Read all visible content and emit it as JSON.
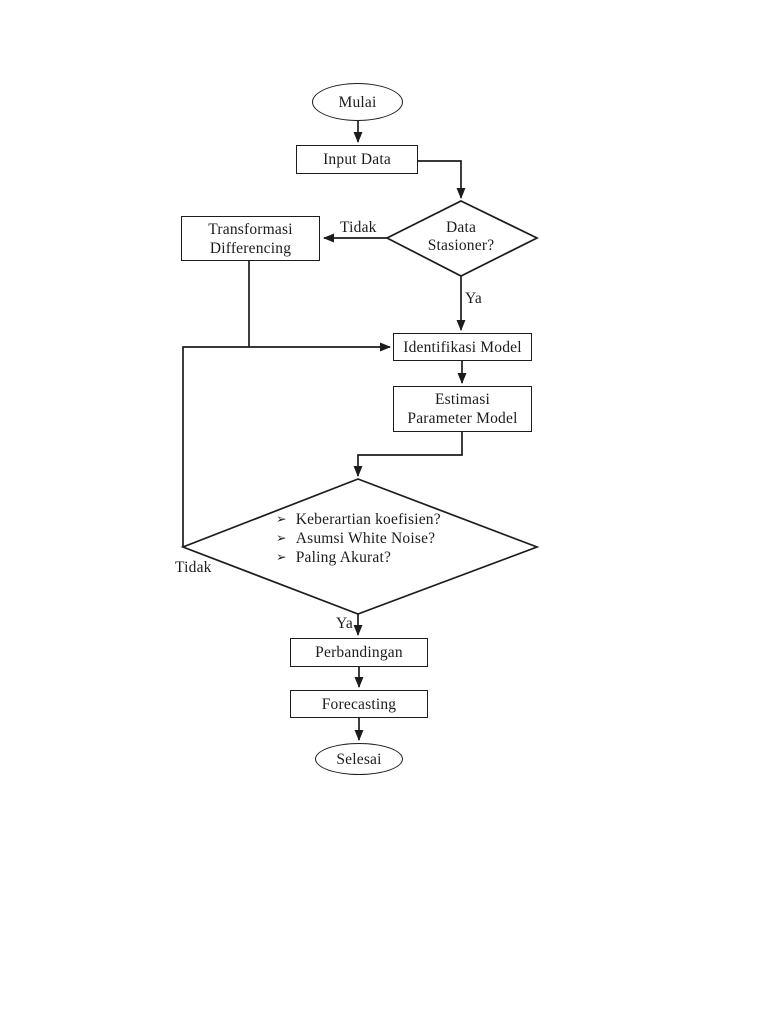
{
  "canvas": {
    "background": "#ffffff",
    "ink": "#1c1c1c"
  },
  "nodes": {
    "start": {
      "label": "Mulai"
    },
    "input_data": {
      "label": "Input Data"
    },
    "stationary_check": {
      "line1": "Data",
      "line2": "Stasioner?"
    },
    "transform_differencing": {
      "line1": "Transformasi",
      "line2": "Differencing"
    },
    "identify_model": {
      "label": "Identifikasi Model"
    },
    "estimate_parameters": {
      "line1": "Estimasi",
      "line2": "Parameter Model"
    },
    "diagnostic_check": {
      "bullet": "➢",
      "items": [
        "Keberartian koefisien?",
        "Asumsi White Noise?",
        "Paling Akurat?"
      ]
    },
    "comparison": {
      "label": "Perbandingan"
    },
    "forecasting": {
      "label": "Forecasting"
    },
    "end": {
      "label": "Selesai"
    }
  },
  "edge_labels": {
    "stationary_no": "Tidak",
    "stationary_yes": "Ya",
    "diagnostic_no": "Tidak",
    "diagnostic_yes": "Ya"
  }
}
